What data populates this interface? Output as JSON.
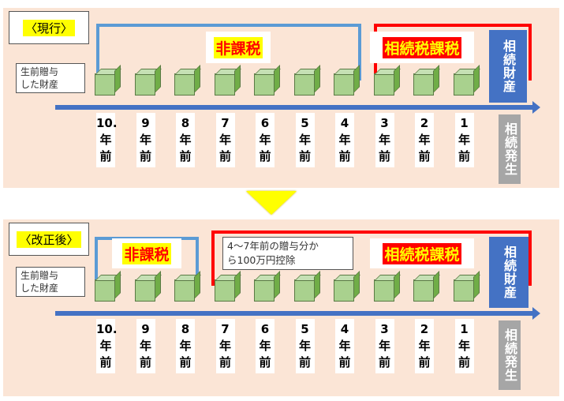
{
  "colors": {
    "panel": "#fbe5d6",
    "blue": "#4472c4",
    "red": "#ff0000",
    "yellow": "#ffff00",
    "gray": "#a6a6a6",
    "cube": "#a9d18e"
  },
  "timeline": [
    "10.",
    "9",
    "8",
    "7",
    "6",
    "5",
    "4",
    "3",
    "2",
    "1"
  ],
  "year_suffix": "年前",
  "current": {
    "title": "〈現行〉",
    "callout_line1": "生前贈与",
    "callout_line2": "した財産",
    "non_tax": "非課税",
    "tax": "相続税課税",
    "estate": "相続財産",
    "inheritance": "相続発生"
  },
  "revised": {
    "title": "〈改正後〉",
    "callout_line1": "生前贈与",
    "callout_line2": "した財産",
    "non_tax": "非課税",
    "tax": "相続税課税",
    "deduction_line1": "4～7年前の贈与分か",
    "deduction_line2": "ら100万円控除",
    "estate": "相続財産",
    "inheritance": "相続発生"
  }
}
